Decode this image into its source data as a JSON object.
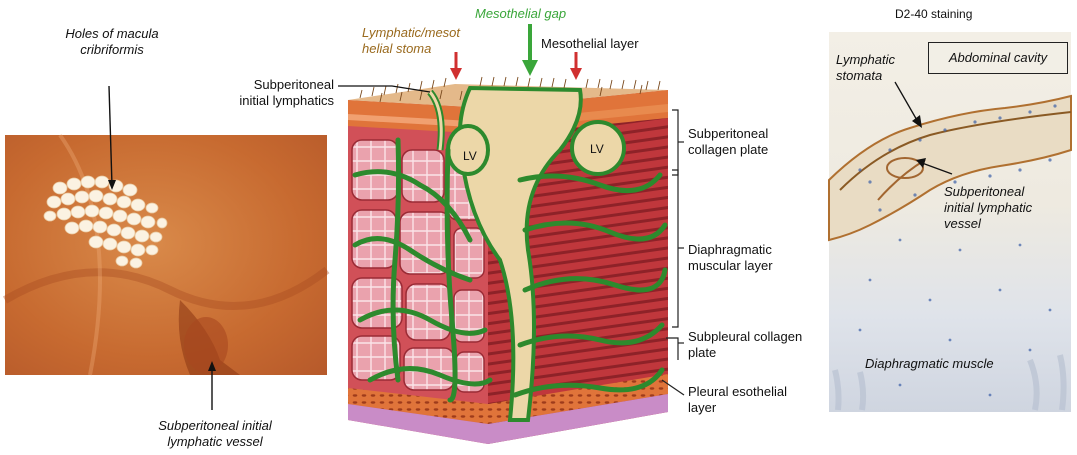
{
  "left_panel": {
    "holes_label": "Holes of macula\ncribriformis",
    "vessel_label": "Subperitoneal initial\nlymphatic vessel"
  },
  "center_panel": {
    "mesothelial_gap": "Mesothelial gap",
    "stoma_label": "Lymphatic/mesot\nhelial stoma",
    "mesothelial_layer": "Mesothelial layer",
    "initial_lymphatics": "Subperitoneal\ninitial lymphatics",
    "lv_left": "LV",
    "lv_right": "LV",
    "collagen_plate": "Subperitoneal\ncollagen plate",
    "muscular_layer": "Diaphragmatic\nmuscular layer",
    "pleural_collagen": "Subpleural collagen\nplate",
    "pleural_layer": "Pleural esothelial\nlayer"
  },
  "right_panel": {
    "title": "D2-40 staining",
    "abdominal_cavity": "Abdominal cavity",
    "stomata_label": "Lymphatic\nstomata",
    "vessel_label": "Subperitoneal\ninitial lymphatic\nvessel",
    "muscle_label": "Diaphragmatic muscle"
  },
  "colors": {
    "green_label": "#3aa63a",
    "brown_label": "#9a6a1e",
    "lymph_green": "#2d8a2d",
    "muscle_red": "#c0373c",
    "muscle_pink": "#eaa2ad",
    "stroma_beige": "#ecd7a8",
    "collagen_orange": "#e0743a"
  }
}
